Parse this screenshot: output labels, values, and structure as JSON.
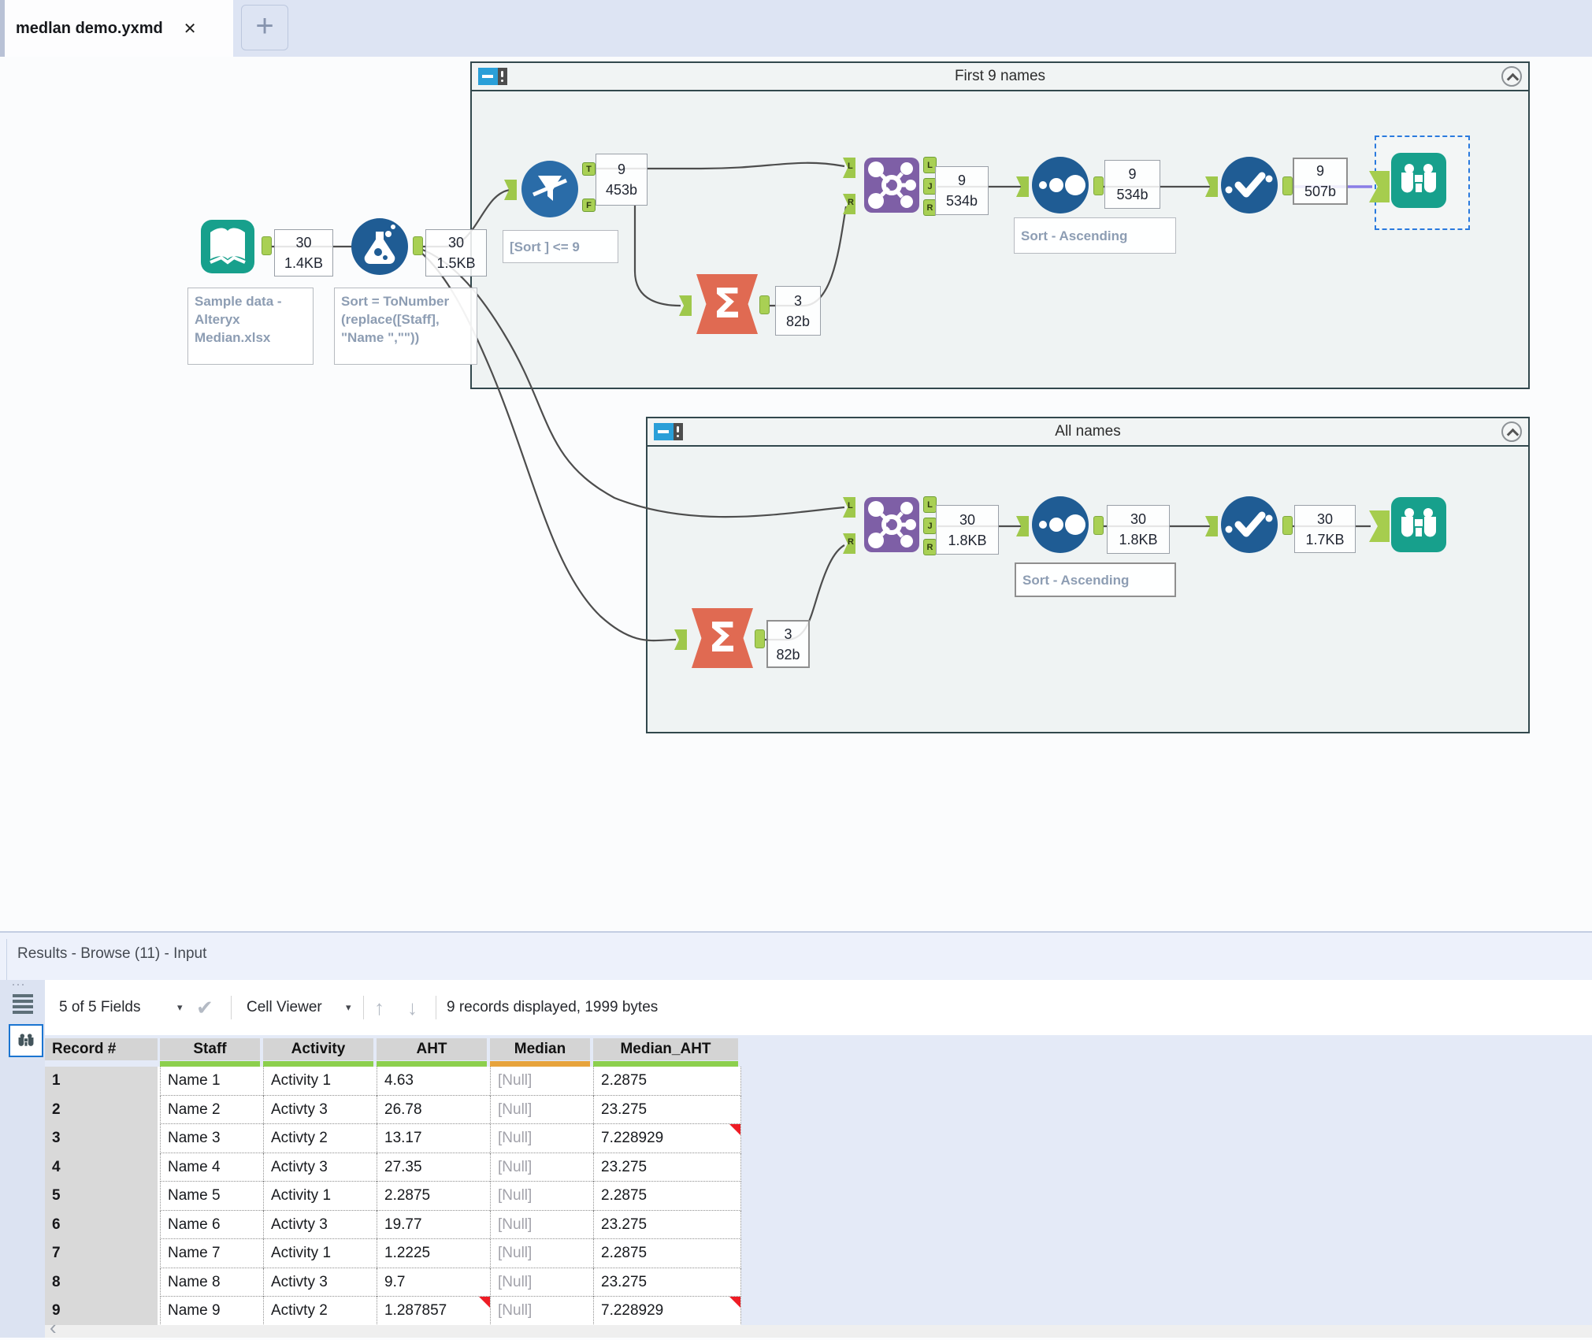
{
  "icons": {
    "close": "✕",
    "new_tab": "+",
    "caret_down": "▾",
    "check": "✔",
    "arrow_up": "↑",
    "arrow_down": "↓",
    "overflow": "⋯",
    "scroll_left": "‹"
  },
  "tab_bar": {
    "active_tab": "medlan demo.yxmd"
  },
  "canvas": {
    "containers": [
      {
        "title": "First 9 names"
      },
      {
        "title": "All names"
      }
    ],
    "anchor_letters": {
      "t": "T",
      "f": "F",
      "l": "L",
      "j": "J",
      "r": "R"
    },
    "counts": {
      "input": {
        "records": "30",
        "size": "1.4KB"
      },
      "formula": {
        "records": "30",
        "size": "1.5KB"
      },
      "filter": {
        "records": "9",
        "size": "453b"
      },
      "summarize1": {
        "records": "3",
        "size": "82b"
      },
      "join1": {
        "records": "9",
        "size": "534b"
      },
      "sort1": {
        "records": "9",
        "size": "534b"
      },
      "select1": {
        "records": "9",
        "size": "507b"
      },
      "join2": {
        "records": "30",
        "size": "1.8KB"
      },
      "sort2": {
        "records": "30",
        "size": "1.8KB"
      },
      "select2": {
        "records": "30",
        "size": "1.7KB"
      },
      "summarize2": {
        "records": "3",
        "size": "82b"
      }
    },
    "labels": {
      "input": "Sample data -\nAlteryx\nMedian.xlsx",
      "formula": "Sort  = ToNumber\n(replace([Staff],\n\"Name \",\"\"))",
      "filter": "[Sort ] <= 9",
      "sort1": "Sort  - Ascending",
      "sort2": "Sort  - Ascending"
    }
  },
  "results": {
    "title": "Results - Browse (11) - Input",
    "toolbar": {
      "fields": "5 of 5 Fields",
      "cell_viewer": "Cell Viewer",
      "records_info": "9 records displayed, 1999 bytes"
    },
    "table": {
      "columns": [
        "Record #",
        "Staff",
        "Activity",
        "AHT",
        "Median",
        "Median_AHT"
      ],
      "rows": [
        {
          "n": "1",
          "staff": "Name 1",
          "activity": "Activity 1",
          "aht": "4.63",
          "median": "[Null]",
          "median_aht": "2.2875"
        },
        {
          "n": "2",
          "staff": "Name 2",
          "activity": "Activty 3",
          "aht": "26.78",
          "median": "[Null]",
          "median_aht": "23.275"
        },
        {
          "n": "3",
          "staff": "Name 3",
          "activity": "Activty 2",
          "aht": "13.17",
          "median": "[Null]",
          "median_aht": "7.228929",
          "maht_flag": true
        },
        {
          "n": "4",
          "staff": "Name 4",
          "activity": "Activty 3",
          "aht": "27.35",
          "median": "[Null]",
          "median_aht": "23.275"
        },
        {
          "n": "5",
          "staff": "Name 5",
          "activity": "Activity 1",
          "aht": "2.2875",
          "median": "[Null]",
          "median_aht": "2.2875"
        },
        {
          "n": "6",
          "staff": "Name 6",
          "activity": "Activty 3",
          "aht": "19.77",
          "median": "[Null]",
          "median_aht": "23.275"
        },
        {
          "n": "7",
          "staff": "Name 7",
          "activity": "Activity 1",
          "aht": "1.2225",
          "median": "[Null]",
          "median_aht": "2.2875"
        },
        {
          "n": "8",
          "staff": "Name 8",
          "activity": "Activty 3",
          "aht": "9.7",
          "median": "[Null]",
          "median_aht": "23.275"
        },
        {
          "n": "9",
          "staff": "Name 9",
          "activity": "Activty 2",
          "aht": "1.287857",
          "median": "[Null]",
          "median_aht": "7.228929",
          "aht_flag": true,
          "maht_flag": true
        }
      ]
    }
  }
}
